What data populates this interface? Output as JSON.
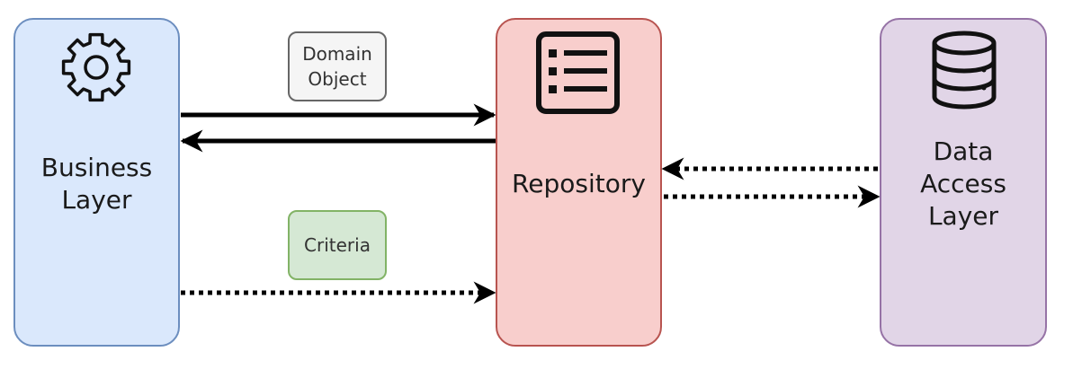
{
  "diagram": {
    "business_layer": {
      "label": "Business\nLayer",
      "icon": "gear-icon",
      "fill": "#dae8fc",
      "stroke": "#6c8ebf"
    },
    "repository": {
      "label": "Repository",
      "icon": "list-icon",
      "fill": "#f8cecc",
      "stroke": "#b85450"
    },
    "data_access_layer": {
      "label": "Data\nAccess\nLayer",
      "icon": "database-icon",
      "fill": "#e1d5e7",
      "stroke": "#9673a6"
    },
    "tags": {
      "domain_object": "Domain\nObject",
      "criteria": "Criteria"
    },
    "arrows": [
      {
        "from": "business_layer",
        "to": "repository",
        "style": "solid",
        "carries": "domain_object"
      },
      {
        "from": "repository",
        "to": "business_layer",
        "style": "solid"
      },
      {
        "from": "business_layer",
        "to": "repository",
        "style": "dotted",
        "carries": "criteria"
      },
      {
        "from": "data_access_layer",
        "to": "repository",
        "style": "dotted"
      },
      {
        "from": "repository",
        "to": "data_access_layer",
        "style": "dotted"
      }
    ]
  }
}
